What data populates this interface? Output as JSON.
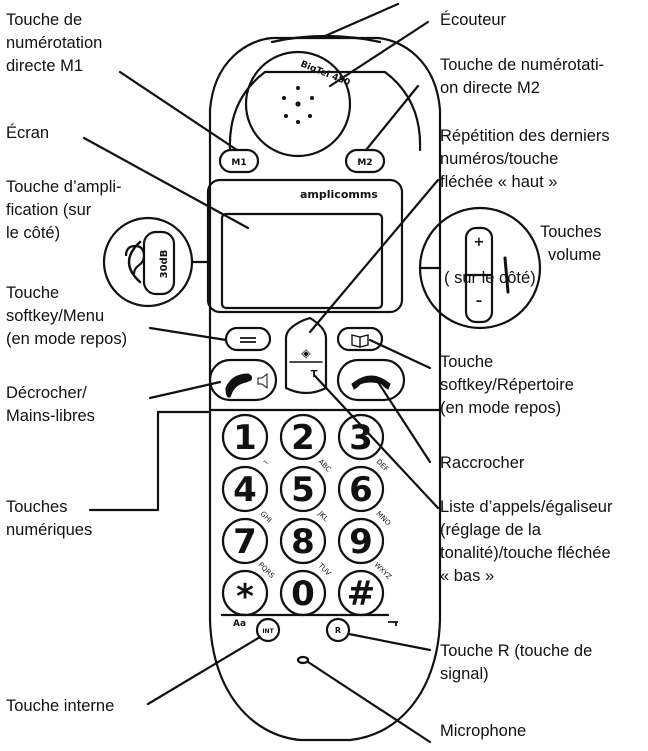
{
  "labels": {
    "m1": [
      "Touche de",
      "numérotation",
      "directe M1"
    ],
    "ecran": [
      "Écran"
    ],
    "amplification": [
      "Touche d’ampli-",
      "fication (sur",
      "le côté)"
    ],
    "softkey_menu": [
      "Touche",
      "softkey/Menu",
      "(en mode repos)"
    ],
    "decrocher": [
      "Décrocher/",
      "Mains-libres"
    ],
    "numeriques": [
      "Touches",
      "numériques"
    ],
    "interne": [
      "Touche interne"
    ],
    "ecouteur": [
      "Écouteur"
    ],
    "m2": [
      "Touche de numérotati-",
      "on directe M2"
    ],
    "repetition": [
      "Répétition des derniers",
      "numéros/touche",
      "fléchée « haut »"
    ],
    "volume": [
      "Touches",
      "volume",
      "( sur le côté)"
    ],
    "softkey_rep": [
      "Touche",
      "softkey/Répertoire",
      "(en mode repos)"
    ],
    "raccrocher": [
      "Raccrocher"
    ],
    "liste": [
      "Liste d’appels/égaliseur",
      "(réglage de la",
      "tonalité)/touche fléchée",
      "« bas »"
    ],
    "touche_r": [
      "Touche R (touche de",
      "signal)"
    ],
    "microphone": [
      "Microphone"
    ]
  },
  "phone": {
    "brand": "amplicomms",
    "model": "BigTel 480",
    "m1": "M1",
    "m2": "M2",
    "boost": "30dB",
    "vol_plus": "+",
    "vol_minus": "–",
    "int_key": "INT",
    "r_key": "R",
    "aa": "Aa",
    "nav_up": "◈",
    "nav_down": "T",
    "keys": [
      {
        "d": "1",
        "s": "⌐"
      },
      {
        "d": "2",
        "s": "ABC"
      },
      {
        "d": "3",
        "s": "DEF"
      },
      {
        "d": "4",
        "s": "GHI"
      },
      {
        "d": "5",
        "s": "JKL"
      },
      {
        "d": "6",
        "s": "MNO"
      },
      {
        "d": "7",
        "s": "PQRS"
      },
      {
        "d": "8",
        "s": "TUV"
      },
      {
        "d": "9",
        "s": "WXYZ"
      },
      {
        "d": "*",
        "s": ""
      },
      {
        "d": "0",
        "s": ""
      },
      {
        "d": "#",
        "s": ""
      }
    ]
  }
}
